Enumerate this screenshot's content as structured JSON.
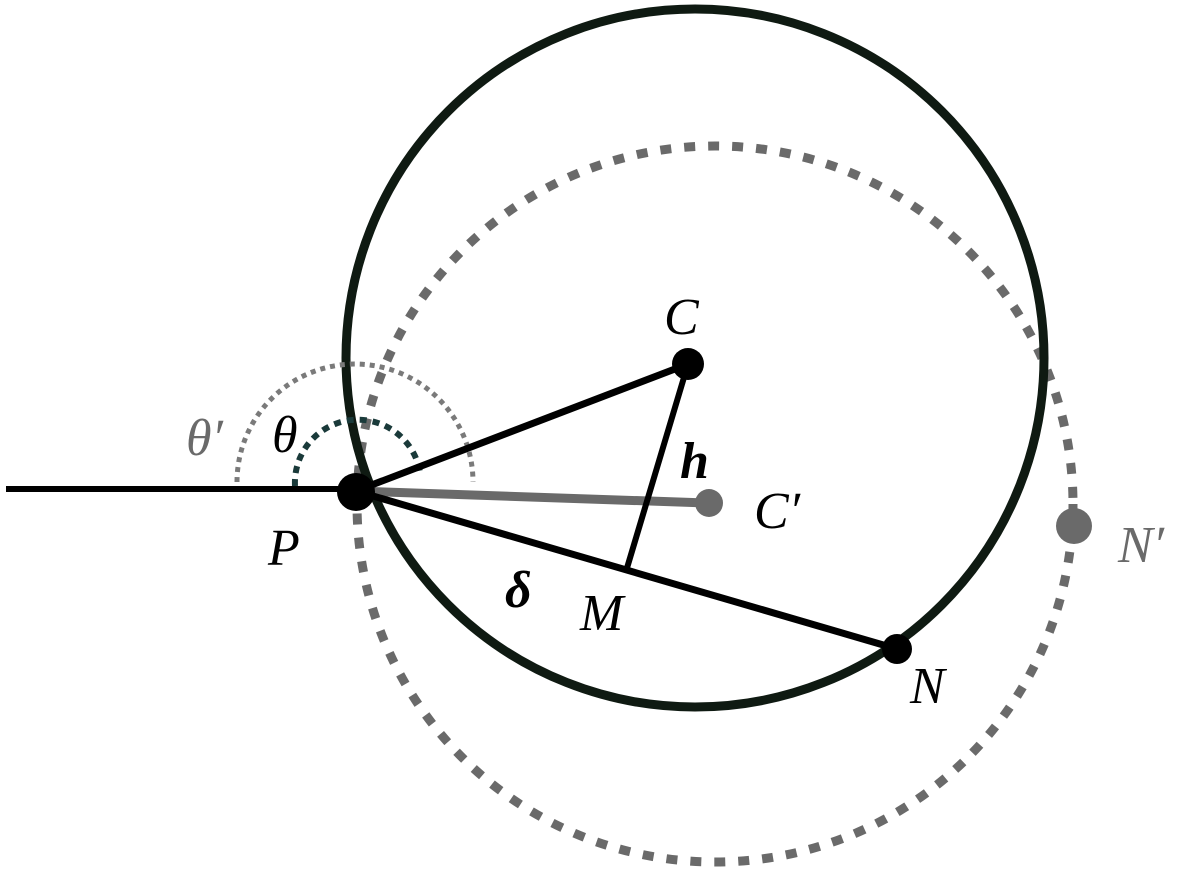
{
  "colors": {
    "solid_circle": "#0f1a12",
    "dotted_circle": "#6a6a6a",
    "black": "#000000",
    "gray": "#6a6a6a",
    "theta_arc": "#1a3a3a"
  },
  "labels": {
    "C": "C",
    "C_prime": "C′",
    "P": "P",
    "M": "M",
    "N": "N",
    "N_prime": "N′",
    "h": "h",
    "delta": "δ",
    "theta": "θ",
    "theta_prime": "θ′"
  }
}
